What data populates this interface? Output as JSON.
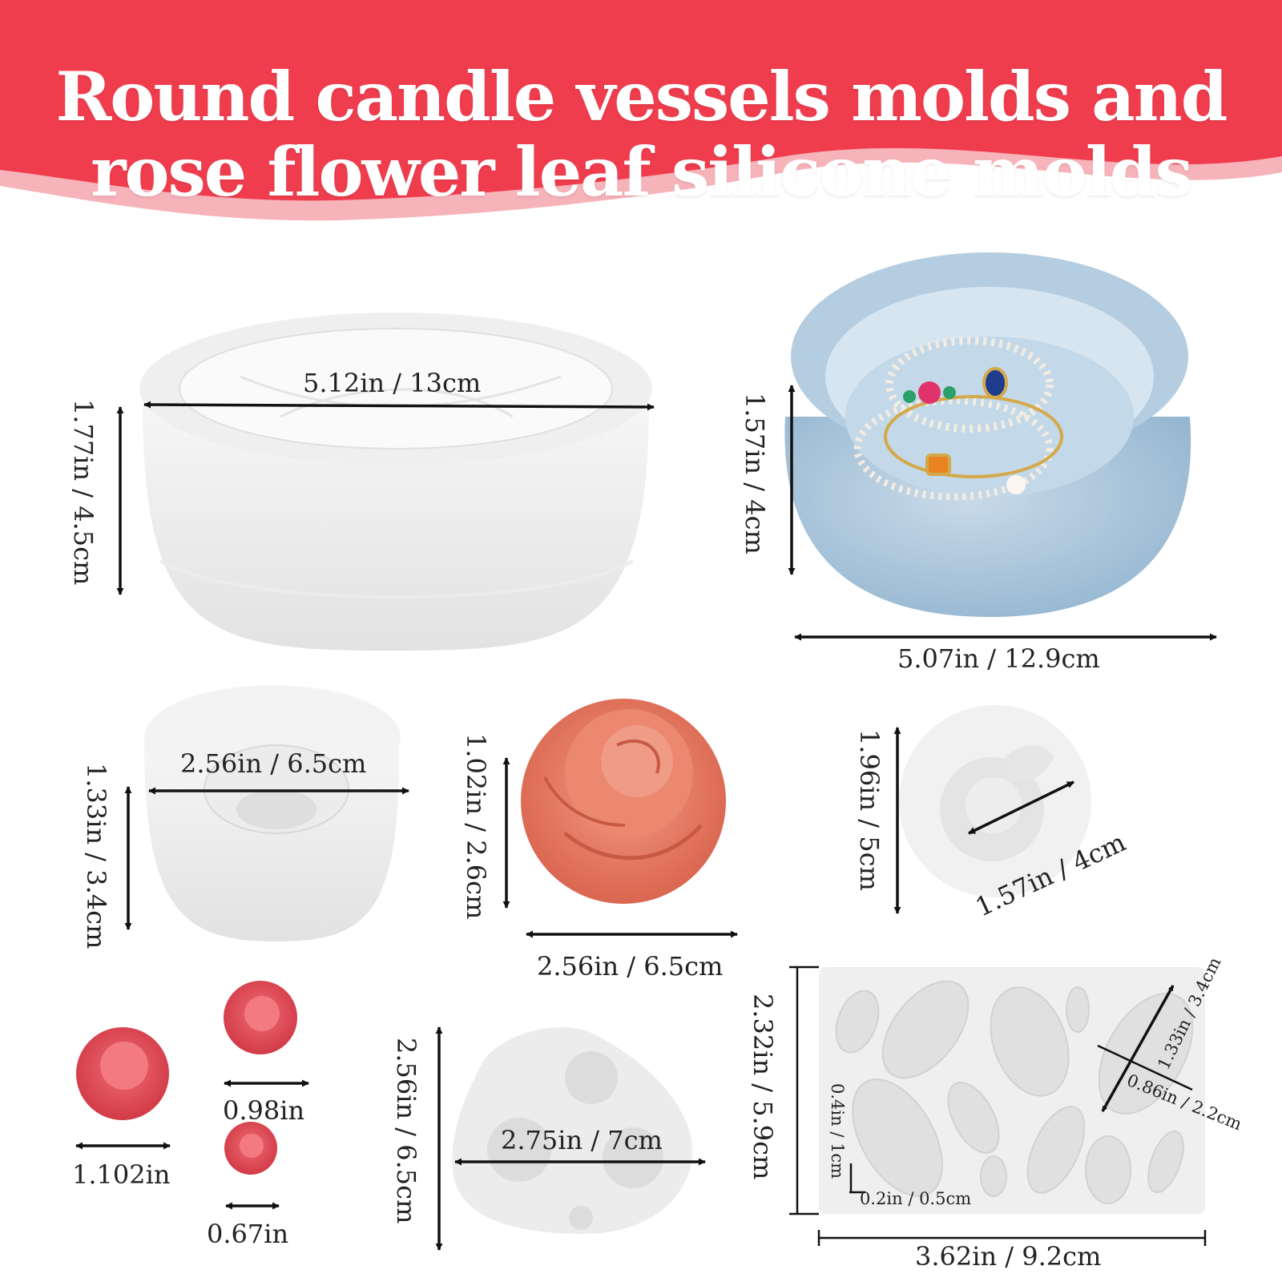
{
  "banner": {
    "title_line1": "Round candle vessels molds and",
    "title_line2": "rose flower leaf silicone molds",
    "color": "#f03d4e",
    "wave_color": "#f7b3ba"
  },
  "products": {
    "large_mold": {
      "diameter": "5.12in / 13cm",
      "height": "1.77in / 4.5cm"
    },
    "blue_bowl": {
      "height": "1.57in / 4cm",
      "diameter": "5.07in / 12.9cm",
      "color": "#a9c6dc"
    },
    "small_mold": {
      "diameter": "2.56in / 6.5cm",
      "height": "1.33in / 3.4cm"
    },
    "rose_candle": {
      "height": "1.02in / 2.6cm",
      "width": "2.56in / 6.5cm",
      "color": "#e77560"
    },
    "round_rose_mold": {
      "height": "1.96in / 5cm",
      "diameter": "1.57in / 4cm"
    },
    "mini_roses": {
      "large": "1.102in",
      "medium": "0.98in",
      "small": "0.67in",
      "color": "#e14953"
    },
    "triple_rose_mold": {
      "height": "2.56in / 6.5cm",
      "width": "2.75in / 7cm"
    },
    "leaf_mold": {
      "height": "2.32in / 5.9cm",
      "width": "3.62in / 9.2cm",
      "leaf_length": "1.33in / 3.4cm",
      "leaf_width": "0.86in / 2.2cm",
      "small_length": "0.4in / 1cm",
      "small_width": "0.2in / 0.5cm"
    }
  }
}
